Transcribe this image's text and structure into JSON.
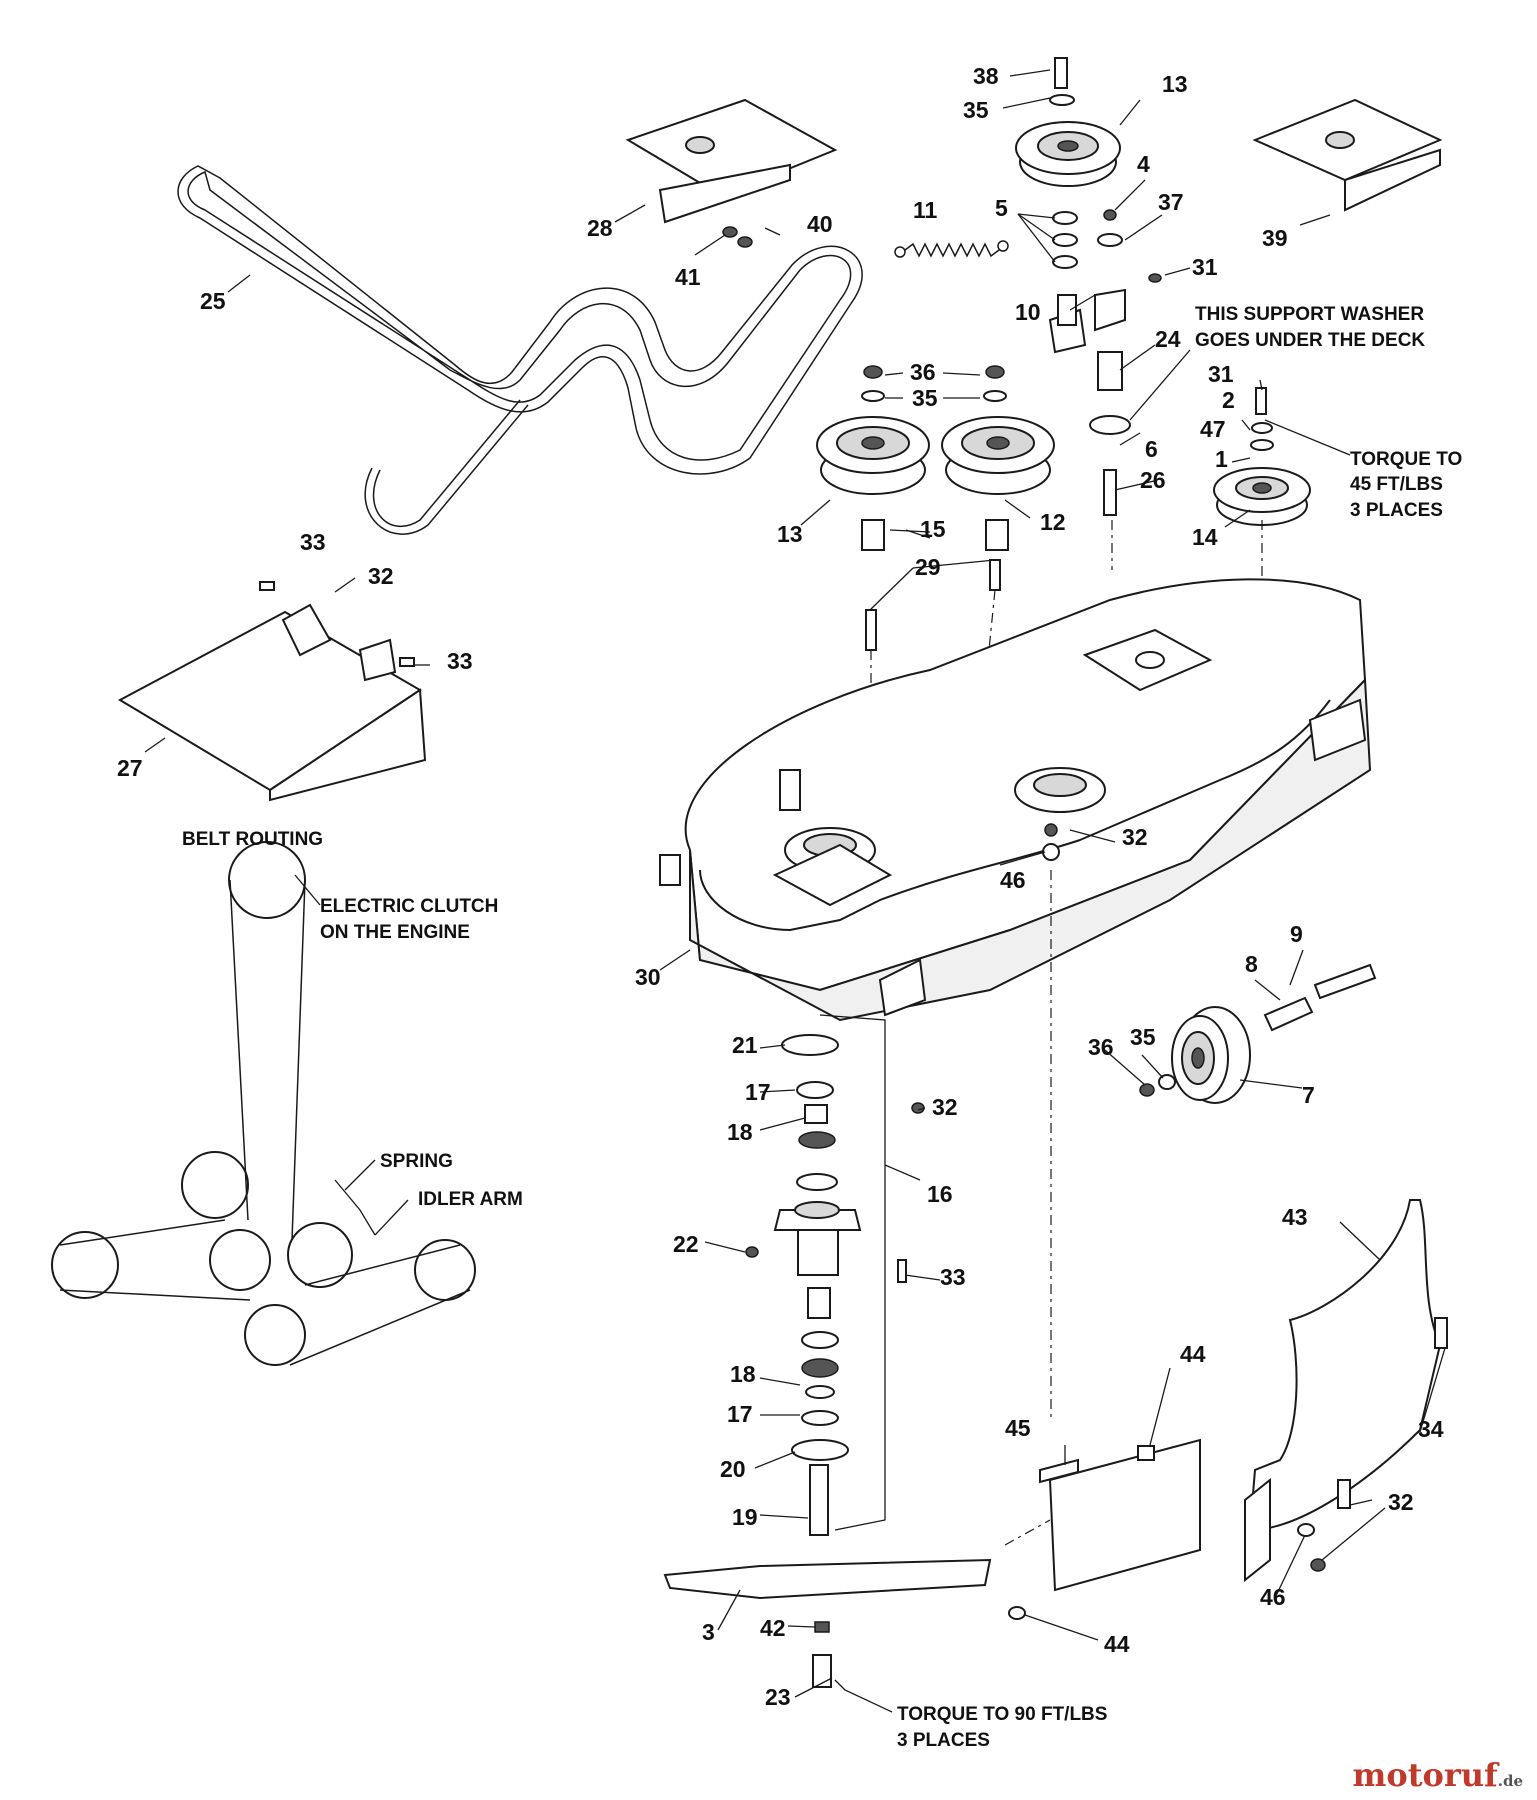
{
  "callouts": [
    {
      "id": "c38",
      "text": "38"
    },
    {
      "id": "c35a",
      "text": "35"
    },
    {
      "id": "c13a",
      "text": "13"
    },
    {
      "id": "c4",
      "text": "4"
    },
    {
      "id": "c37",
      "text": "37"
    },
    {
      "id": "c5",
      "text": "5"
    },
    {
      "id": "c11",
      "text": "11"
    },
    {
      "id": "c28",
      "text": "28"
    },
    {
      "id": "c40",
      "text": "40"
    },
    {
      "id": "c41",
      "text": "41"
    },
    {
      "id": "c25",
      "text": "25"
    },
    {
      "id": "c39",
      "text": "39"
    },
    {
      "id": "c31a",
      "text": "31"
    },
    {
      "id": "c10",
      "text": "10"
    },
    {
      "id": "c24",
      "text": "24"
    },
    {
      "id": "c36a",
      "text": "36"
    },
    {
      "id": "c35b",
      "text": "35"
    },
    {
      "id": "c31b",
      "text": "31"
    },
    {
      "id": "c2",
      "text": "2"
    },
    {
      "id": "c47",
      "text": "47"
    },
    {
      "id": "c6",
      "text": "6"
    },
    {
      "id": "c1",
      "text": "1"
    },
    {
      "id": "c26",
      "text": "26"
    },
    {
      "id": "c13b",
      "text": "13"
    },
    {
      "id": "c15",
      "text": "15"
    },
    {
      "id": "c12",
      "text": "12"
    },
    {
      "id": "c14",
      "text": "14"
    },
    {
      "id": "c33a",
      "text": "33"
    },
    {
      "id": "c32a",
      "text": "32"
    },
    {
      "id": "c29",
      "text": "29"
    },
    {
      "id": "c33b",
      "text": "33"
    },
    {
      "id": "c27",
      "text": "27"
    },
    {
      "id": "c32b",
      "text": "32"
    },
    {
      "id": "c46a",
      "text": "46"
    },
    {
      "id": "c30",
      "text": "30"
    },
    {
      "id": "c9",
      "text": "9"
    },
    {
      "id": "c8",
      "text": "8"
    },
    {
      "id": "c36b",
      "text": "36"
    },
    {
      "id": "c35c",
      "text": "35"
    },
    {
      "id": "c7",
      "text": "7"
    },
    {
      "id": "c21",
      "text": "21"
    },
    {
      "id": "c17a",
      "text": "17"
    },
    {
      "id": "c32c",
      "text": "32"
    },
    {
      "id": "c18a",
      "text": "18"
    },
    {
      "id": "c16",
      "text": "16"
    },
    {
      "id": "c43",
      "text": "43"
    },
    {
      "id": "c22",
      "text": "22"
    },
    {
      "id": "c33c",
      "text": "33"
    },
    {
      "id": "c18b",
      "text": "18"
    },
    {
      "id": "c17b",
      "text": "17"
    },
    {
      "id": "c44a",
      "text": "44"
    },
    {
      "id": "c34",
      "text": "34"
    },
    {
      "id": "c45",
      "text": "45"
    },
    {
      "id": "c20",
      "text": "20"
    },
    {
      "id": "c32d",
      "text": "32"
    },
    {
      "id": "c19",
      "text": "19"
    },
    {
      "id": "c46b",
      "text": "46"
    },
    {
      "id": "c3",
      "text": "3"
    },
    {
      "id": "c42",
      "text": "42"
    },
    {
      "id": "c44b",
      "text": "44"
    },
    {
      "id": "c23",
      "text": "23"
    }
  ],
  "notes": {
    "support_washer_1": "THIS SUPPORT WASHER",
    "support_washer_2": "GOES UNDER THE DECK",
    "torque45_1": "TORQUE TO",
    "torque45_2": "45 FT/LBS",
    "torque45_3": "3 PLACES",
    "belt_routing": "BELT ROUTING",
    "clutch_1": "ELECTRIC CLUTCH",
    "clutch_2": "ON THE ENGINE",
    "spring": "SPRING",
    "idler_arm": "IDLER ARM",
    "torque90_1": "TORQUE TO 90 FT/LBS",
    "torque90_2": "3 PLACES"
  },
  "watermark": {
    "brand": "motoruf",
    "suffix": ".de"
  }
}
